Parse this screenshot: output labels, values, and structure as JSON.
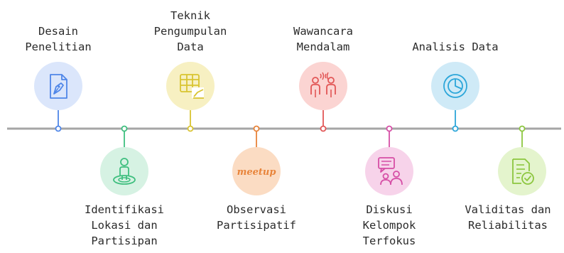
{
  "steps": [
    {
      "id": "desain",
      "lines": [
        "Desain",
        "Penelitian"
      ],
      "position": "above",
      "color": "#4f86e8",
      "circle": "#dbe6fb",
      "icon": "pen-nib-document-icon"
    },
    {
      "id": "identifikasi",
      "lines": [
        "Identifikasi",
        "Lokasi dan",
        "Partisipan"
      ],
      "position": "below",
      "color": "#3fbf7f",
      "circle": "#d6f2e3",
      "icon": "person-location-icon"
    },
    {
      "id": "teknik",
      "lines": [
        "Teknik",
        "Pengumpulan",
        "Data"
      ],
      "position": "above",
      "color": "#d9c431",
      "circle": "#f7f0c2",
      "icon": "table-chart-icon"
    },
    {
      "id": "observasi",
      "lines": [
        "Observasi",
        "Partisipatif"
      ],
      "position": "below",
      "color": "#e8843a",
      "circle": "#fbdcc3",
      "icon": "meetup-logo-icon",
      "icon_text": "meetup"
    },
    {
      "id": "wawancara",
      "lines": [
        "Wawancara",
        "Mendalam"
      ],
      "position": "above",
      "color": "#e25656",
      "circle": "#fbd4d2",
      "icon": "two-people-talking-icon"
    },
    {
      "id": "diskusi",
      "lines": [
        "Diskusi",
        "Kelompok",
        "Terfokus"
      ],
      "position": "below",
      "color": "#d64fa6",
      "circle": "#f7d3ea",
      "icon": "group-discussion-icon"
    },
    {
      "id": "analisis",
      "lines": [
        "Analisis Data"
      ],
      "position": "above",
      "color": "#2ca6d9",
      "circle": "#cfeaf7",
      "icon": "pie-chart-icon"
    },
    {
      "id": "validitas",
      "lines": [
        "Validitas dan",
        "Reliabilitas"
      ],
      "position": "below",
      "color": "#8cc63f",
      "circle": "#e4f4cd",
      "icon": "checked-document-icon"
    }
  ],
  "timeline_color": "#a6a6a6"
}
